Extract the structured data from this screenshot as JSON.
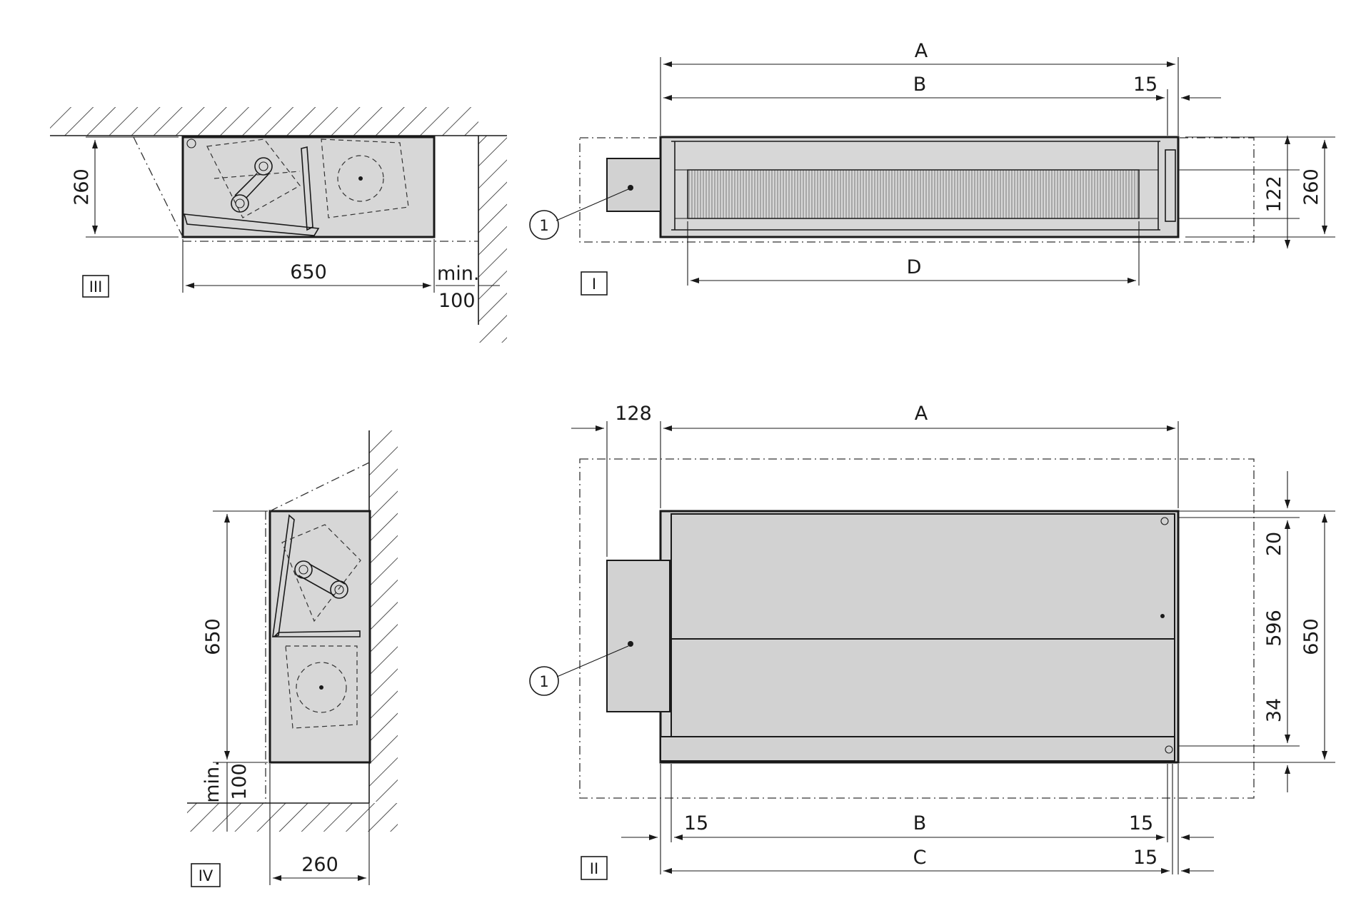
{
  "views": {
    "view3": {
      "label": "III",
      "dims": {
        "height": "260",
        "depth": "650",
        "min": "min.",
        "clearance": "100"
      }
    },
    "view1": {
      "label": "I",
      "dims": {
        "a": "A",
        "b": "B",
        "fifteen": "15",
        "d": "D",
        "coil": "122",
        "height": "260"
      },
      "callout": "1"
    },
    "view4": {
      "label": "IV",
      "dims": {
        "height": "650",
        "min": "min.",
        "clearance": "100",
        "depth": "260"
      }
    },
    "view2": {
      "label": "II",
      "dims": {
        "offset": "128",
        "a": "A",
        "b": "B",
        "c": "C",
        "left15": "15",
        "right15": "15",
        "c15": "15",
        "d20": "20",
        "d596": "596",
        "d650": "650",
        "d34": "34"
      },
      "callout": "1"
    }
  }
}
